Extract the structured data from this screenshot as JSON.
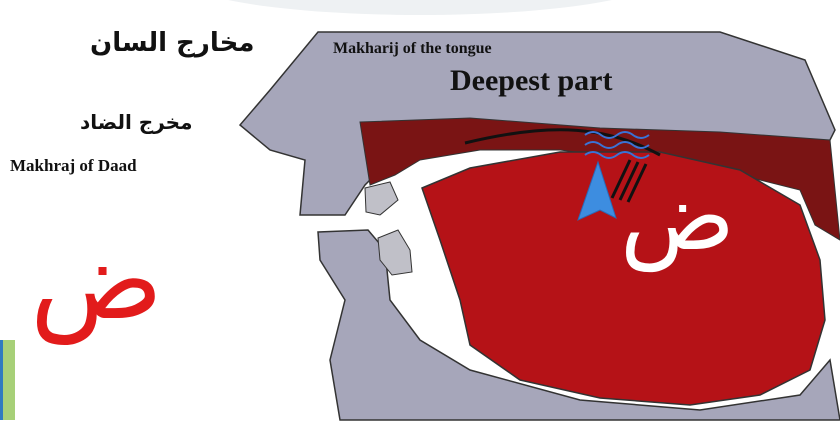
{
  "title_arabic": "مخارج السان",
  "subtitle_arabic": "مخرج الضاد",
  "subtitle_english": "Makhraj of Daad",
  "letter_large": "ض",
  "tongue_label": "Makharij of the tongue",
  "deepest_label": "Deepest part",
  "letter_in_tongue": "ض",
  "colors": {
    "palate_gray": "#a6a6ba",
    "tongue_red": "#b51217",
    "dark_red": "#7a1414",
    "arrow_blue": "#3d8de0",
    "wave_blue": "#3a73d6",
    "letter_red": "#e21b1b"
  }
}
